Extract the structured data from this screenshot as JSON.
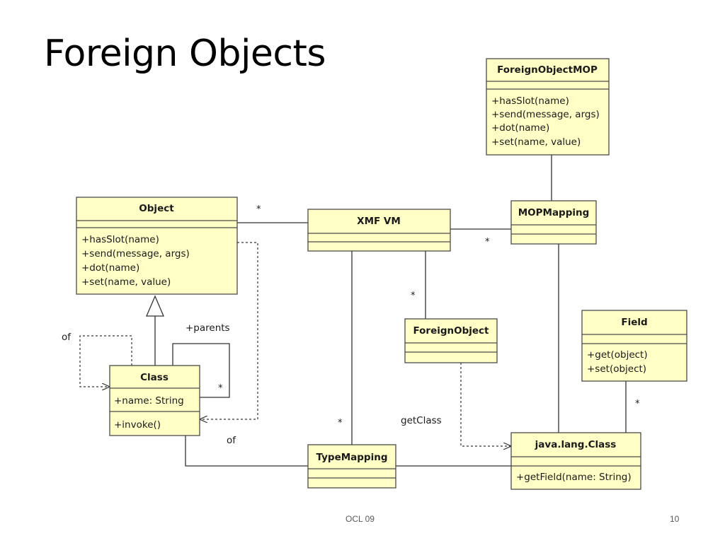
{
  "title": "Foreign Objects",
  "footer": {
    "center": "OCL 09",
    "page": "10"
  },
  "classes": {
    "object": {
      "name": "Object",
      "members": [
        "+hasSlot(name)",
        "+send(message, args)",
        "+dot(name)",
        "+set(name, value)"
      ]
    },
    "foreign_object_mop": {
      "name": "ForeignObjectMOP",
      "members": [
        "+hasSlot(name)",
        "+send(message, args)",
        "+dot(name)",
        "+set(name, value)"
      ]
    },
    "xmf_vm": {
      "name": "XMF VM"
    },
    "mop_mapping": {
      "name": "MOPMapping"
    },
    "foreign_object": {
      "name": "ForeignObject"
    },
    "field": {
      "name": "Field",
      "members": [
        "+get(object)",
        "+set(object)"
      ]
    },
    "class": {
      "name": "Class",
      "attribute": "+name: String",
      "operation": "+invoke()"
    },
    "type_mapping": {
      "name": "TypeMapping"
    },
    "java_lang_class": {
      "name": "java.lang.Class",
      "operation": "+getField(name: String)"
    }
  },
  "labels": {
    "star": "*",
    "parents": "+parents",
    "of": "of",
    "get_class": "getClass"
  }
}
